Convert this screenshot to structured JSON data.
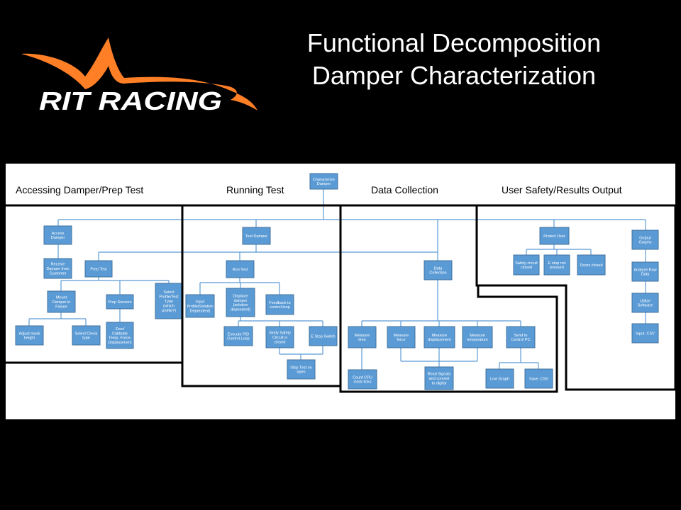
{
  "title": {
    "line1": "Functional Decomposition",
    "line2": "Damper Characterization"
  },
  "logo": {
    "text": "RIT RACING",
    "accent_color": "#ff7f27",
    "text_color": "#ffffff"
  },
  "sections": {
    "prep": "Accessing Damper/Prep Test",
    "running": "Running Test",
    "data": "Data Collection",
    "safety": "User Safety/Results Output"
  },
  "nodes": {
    "characterize": [
      "Characterize",
      "Damper"
    ],
    "access": [
      "Access",
      "Damper"
    ],
    "receive": [
      "Receive",
      "Damper from",
      "Customer"
    ],
    "prep_test": [
      "Prep Test"
    ],
    "mount": [
      "Mount",
      "Damper in",
      "Fixture"
    ],
    "prep_sensors": [
      "Prep Sensors"
    ],
    "select_profile": [
      "Select",
      "Profile/Test",
      "Type",
      "(which",
      "profile?)"
    ],
    "adjust_mask": [
      "Adjust mask",
      "height"
    ],
    "select_clevis": [
      "Select Clevis",
      "type"
    ],
    "zero": [
      "Zero/",
      "Calibrate",
      "Temp, Force,",
      "Displacement"
    ],
    "test_damper": [
      "Test Damper"
    ],
    "run_test": [
      "Run Test"
    ],
    "input_profile": [
      "Input",
      "Profile(Solution",
      "Dependent)"
    ],
    "displace": [
      "Displace",
      "damper",
      "(solution",
      "dependent)"
    ],
    "feedback": [
      "Feedback to",
      "control loop"
    ],
    "execute_pid": [
      "Execute PID",
      "Control Loop"
    ],
    "verify_safety": [
      "Verify Safety",
      "Circuit is",
      "closed"
    ],
    "estop_switch": [
      "E Stop Switch"
    ],
    "stop_test": [
      "Stop Test on",
      "open"
    ],
    "data_collection": [
      "Data",
      "Collection"
    ],
    "measure_time": [
      "Measure",
      "time"
    ],
    "measure_force": [
      "Measure",
      "force"
    ],
    "measure_disp": [
      "Measure",
      "displacement"
    ],
    "measure_temp": [
      "Measure",
      "temperature"
    ],
    "send_pc": [
      "Send to",
      "Control PC"
    ],
    "count_cpu": [
      "Count CPU",
      "clock ticks"
    ],
    "read_signals": [
      "Read Signals",
      "and convert",
      "to digital"
    ],
    "live_graph": [
      "Live Graph"
    ],
    "save_csv": [
      "Save .CSV"
    ],
    "protect_user": [
      "Protect User"
    ],
    "safety_circuit": [
      "Safety circuit",
      "closed"
    ],
    "estop_not_pressed": [
      "E stop not",
      "pressed"
    ],
    "doors_closed": [
      "Doors closed"
    ],
    "output_graphs": [
      "Output",
      "Graphs"
    ],
    "analyze_raw": [
      "Analyze Raw",
      "Data"
    ],
    "utilize_software": [
      "Utilize",
      "Software"
    ],
    "input_csv": [
      "Input .CSV"
    ]
  },
  "colors": {
    "node_fill": "#5b9bd5",
    "node_stroke": "#41719c",
    "connector": "#5b9bd5",
    "region_outline": "#000000"
  }
}
